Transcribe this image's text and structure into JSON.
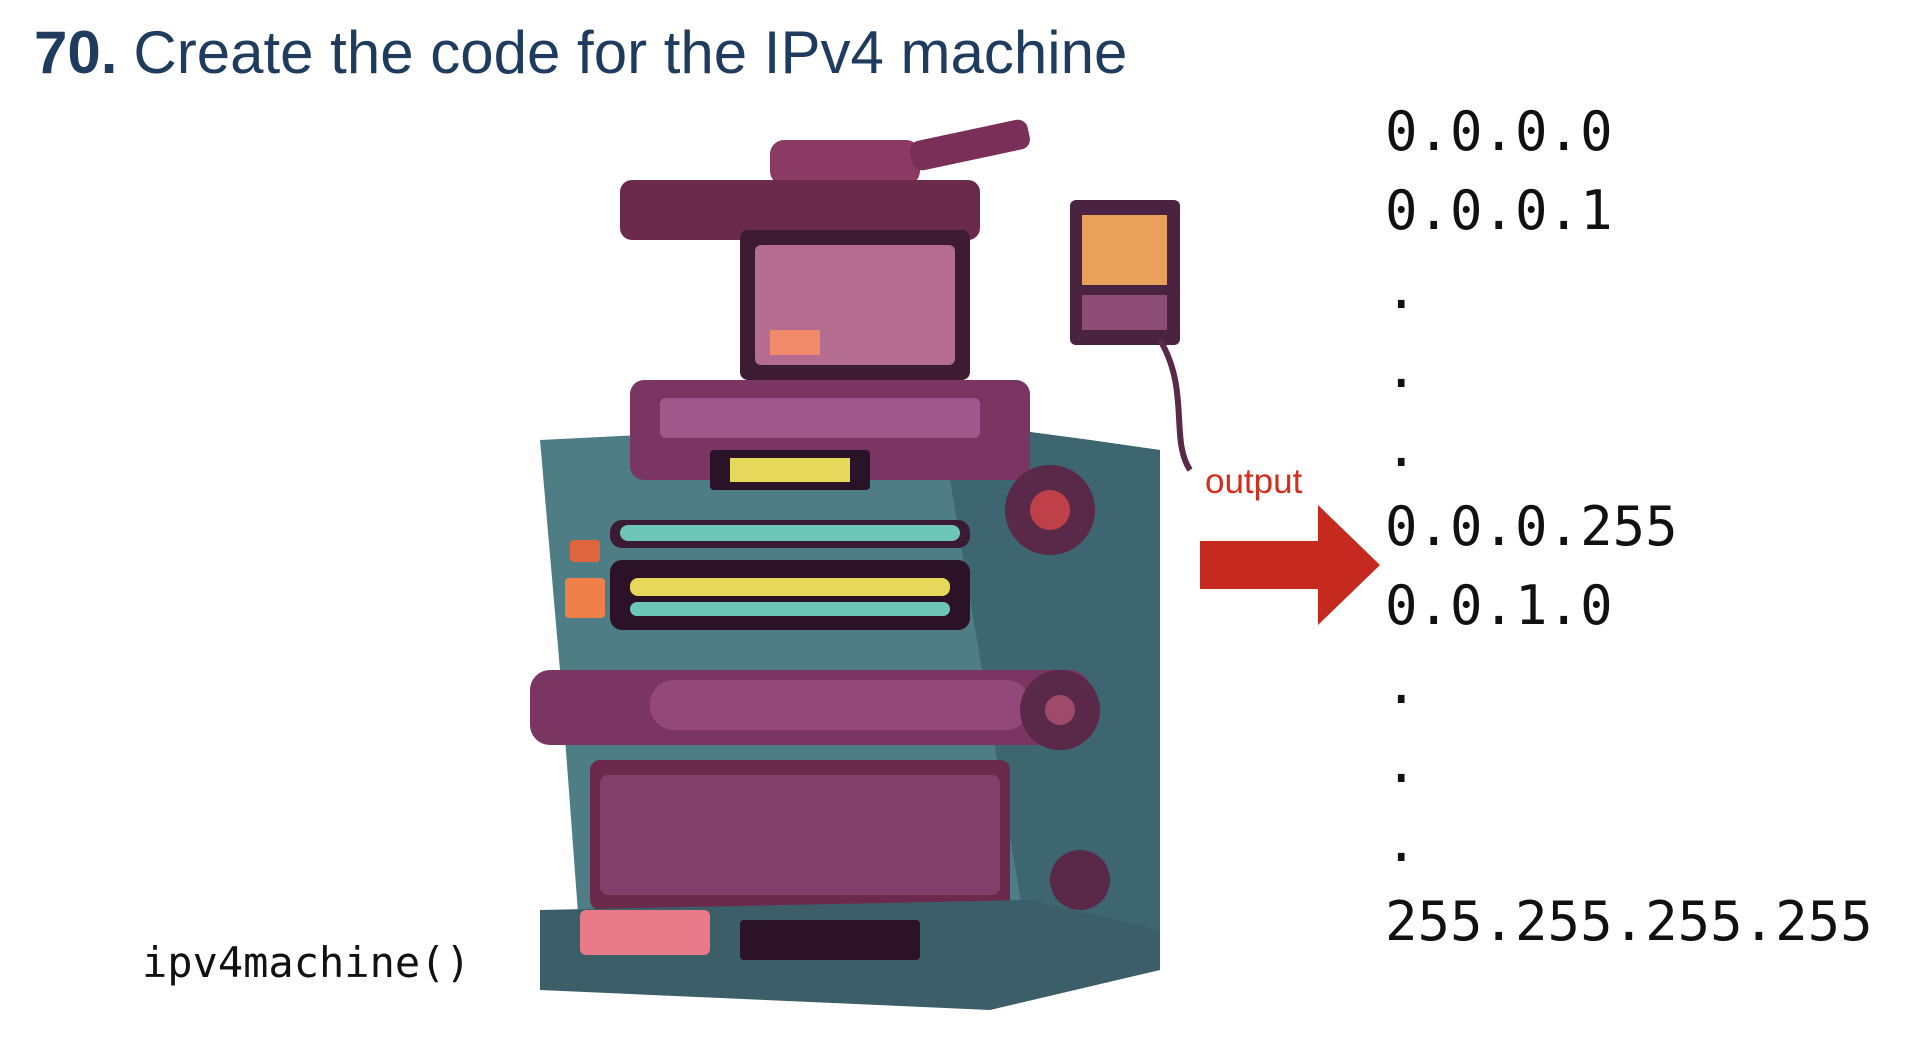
{
  "title": {
    "number": "70.",
    "text": "Create the code for the IPv4 machine"
  },
  "function_call": "ipv4machine()",
  "arrow_label": "output",
  "output_lines": [
    "0.0.0.0",
    "0.0.0.1",
    ".",
    ".",
    ".",
    "0.0.0.255",
    "0.0.1.0",
    ".",
    ".",
    ".",
    "255.255.255.255"
  ],
  "colors": {
    "title": "#1f3b5e",
    "arrow": "#c62a1e",
    "arrow_label": "#d32f1f"
  },
  "illustration": {
    "icon": "printing-machine-icon"
  }
}
